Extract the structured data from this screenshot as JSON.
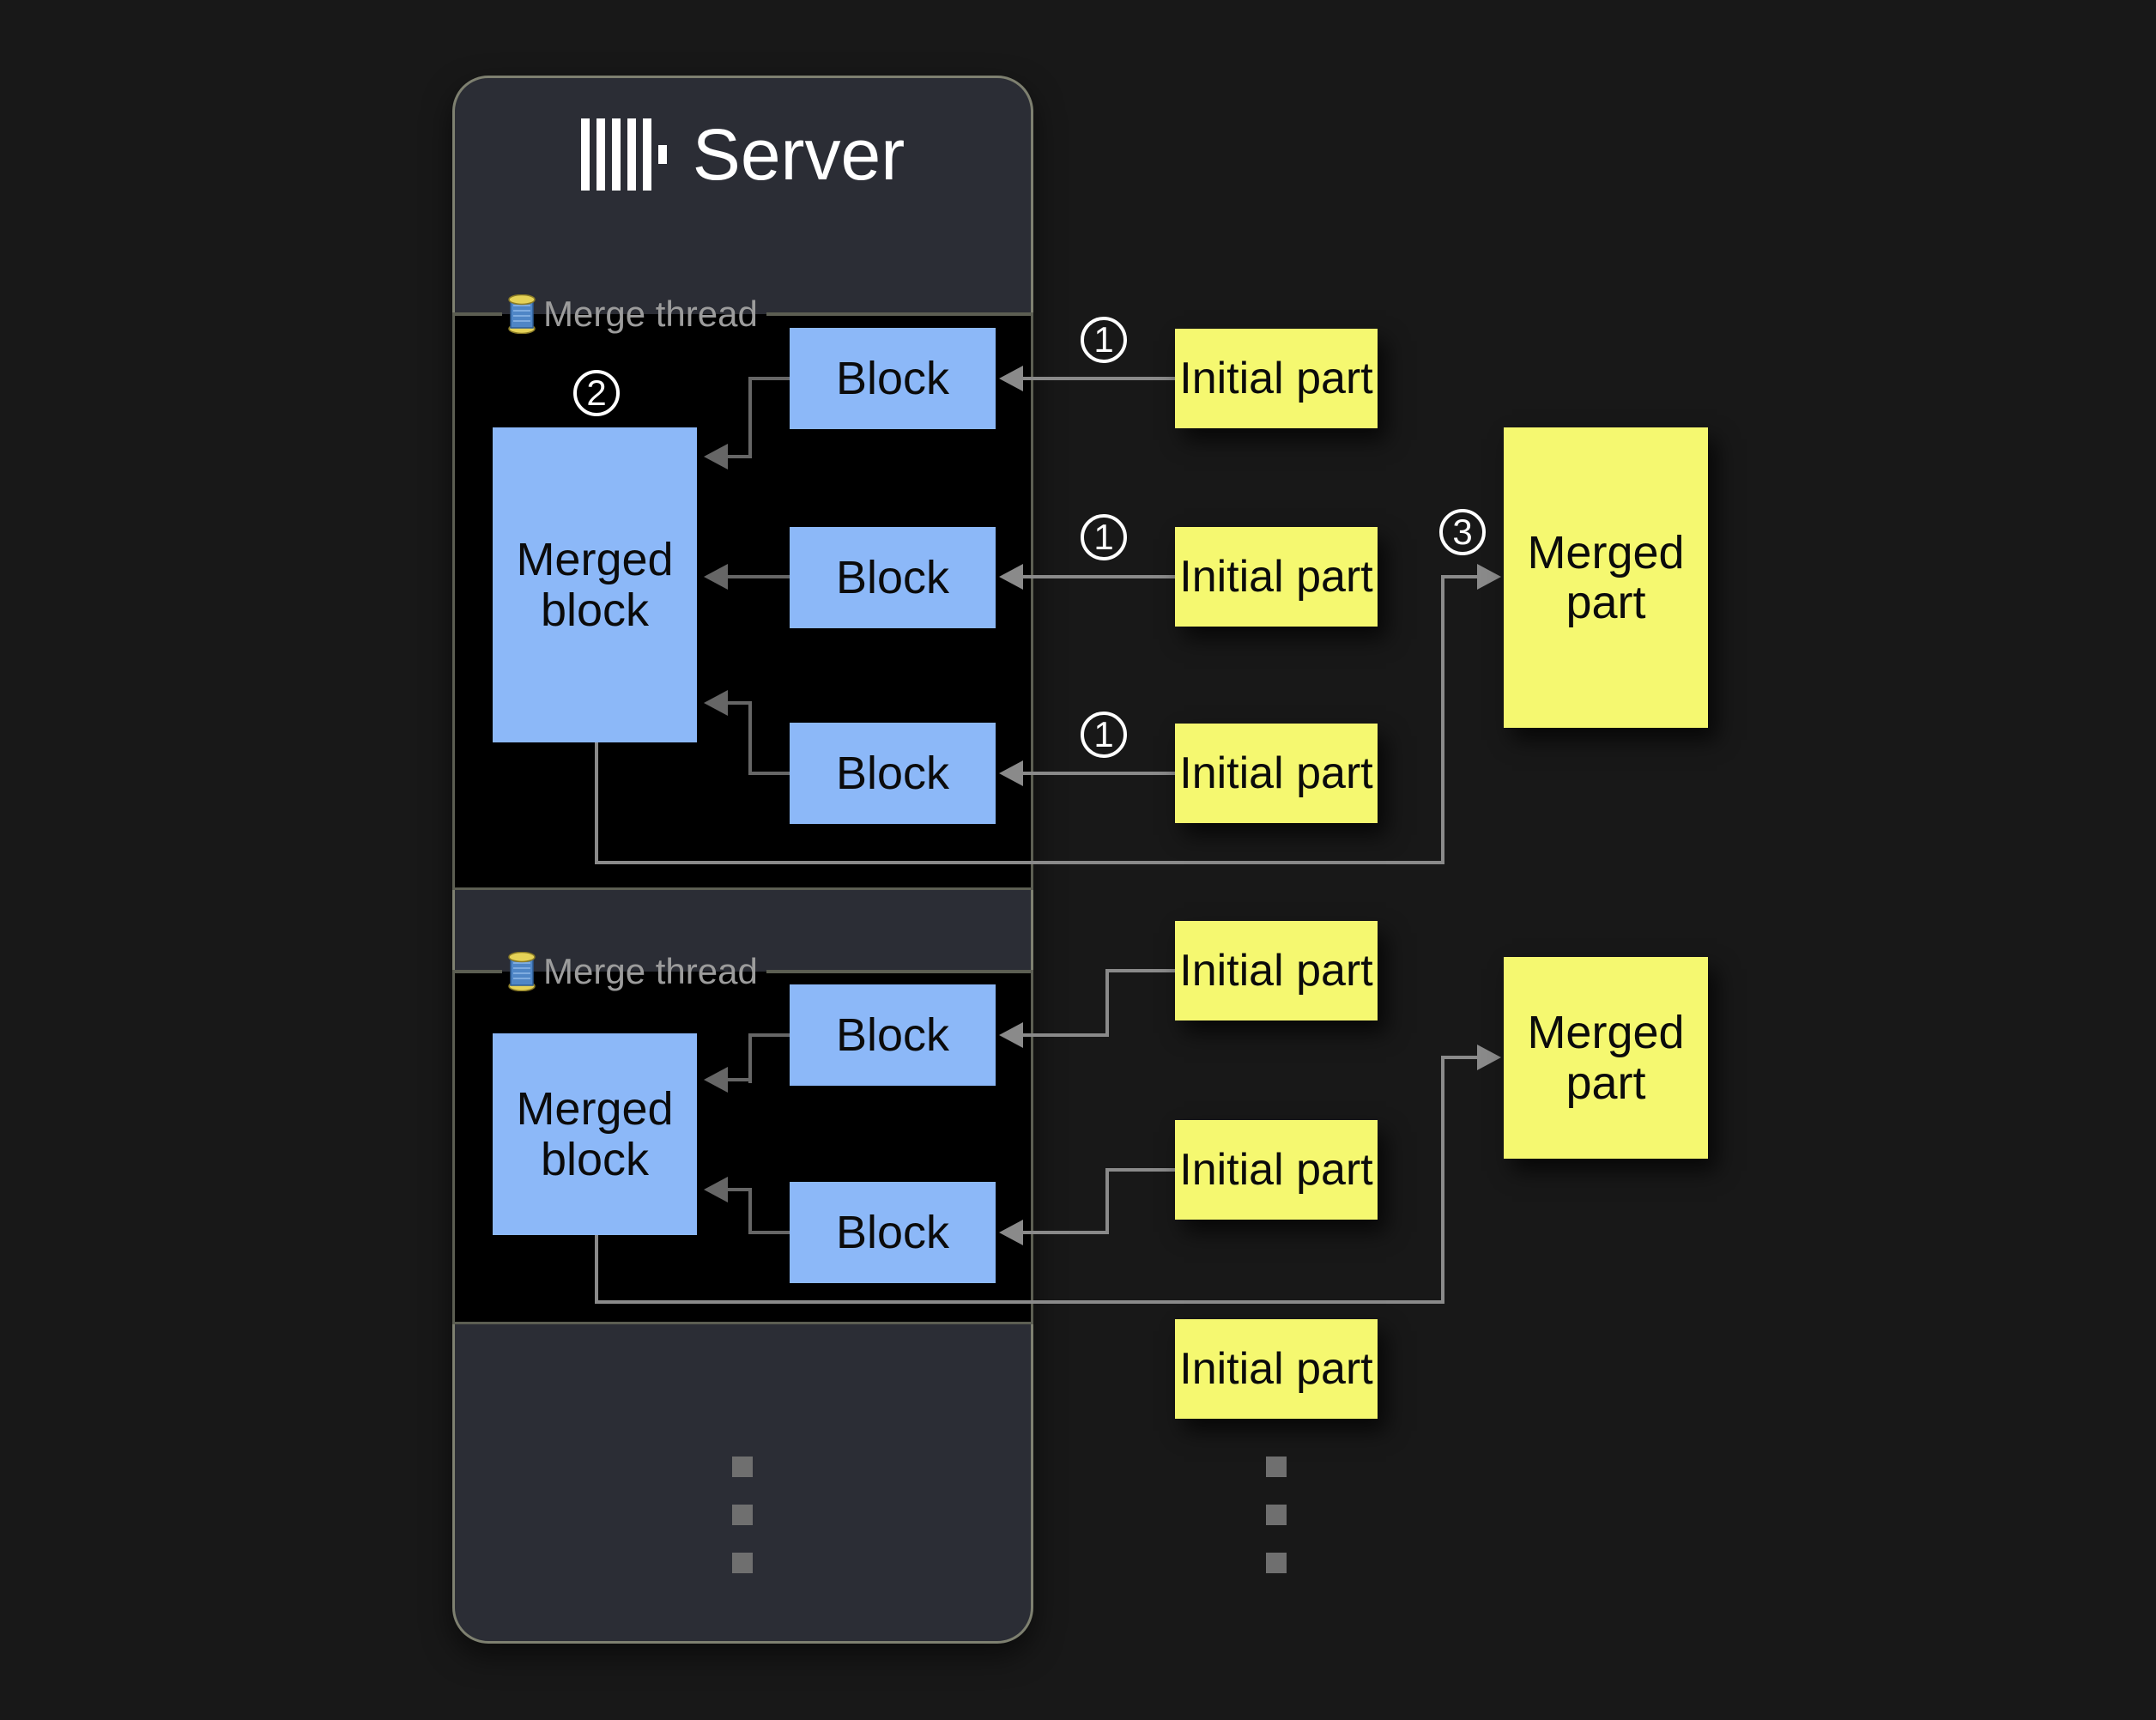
{
  "server": {
    "title": "Server"
  },
  "threads": {
    "label": "Merge thread"
  },
  "boxes": {
    "block": "Block",
    "merged_block": "Merged block",
    "initial_part": "Initial part",
    "merged_part": "Merged part"
  },
  "steps": {
    "one": "1",
    "two": "2",
    "three": "3"
  },
  "icons": {
    "server_logo": "clickhouse-bars-icon",
    "merge_thread": "thread-spool-icon",
    "continuation": "vertical-ellipsis-dots"
  },
  "colors": {
    "background": "#181818",
    "server_fill": "#2b2d35",
    "server_border": "#7e8070",
    "panel_fill": "#000000",
    "panel_border": "#5c5e52",
    "block_fill": "#8cb8f8",
    "part_fill": "#f5f870",
    "connector": "#8a8a8a",
    "connector_inner": "#666666",
    "legend_text": "#9c9c9c",
    "title_text": "#ffffff"
  }
}
